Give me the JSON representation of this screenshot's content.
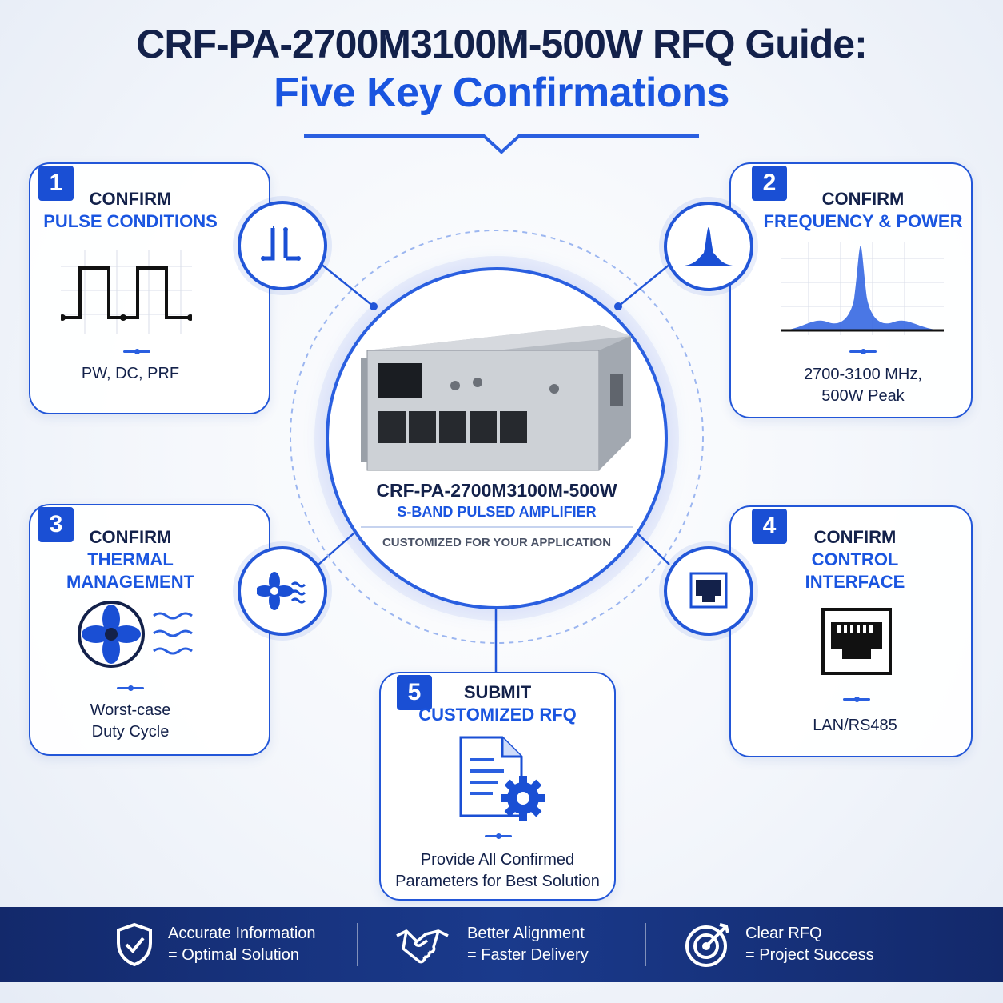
{
  "title": {
    "line1": "CRF-PA-2700M3100M-500W RFQ Guide:",
    "line2": "Five Key Confirmations"
  },
  "center": {
    "model": "CRF-PA-2700M3100M-500W",
    "subtitle": "S-BAND PULSED AMPLIFIER",
    "tagline": "CUSTOMIZED FOR YOUR APPLICATION"
  },
  "steps": [
    {
      "number": "1",
      "heading": "CONFIRM",
      "topic_lines": [
        "PULSE CONDITIONS"
      ],
      "caption_lines": [
        "PW, DC, PRF"
      ],
      "icon": "pulse-waveform-icon"
    },
    {
      "number": "2",
      "heading": "CONFIRM",
      "topic_lines": [
        "FREQUENCY & POWER"
      ],
      "caption_lines": [
        "2700-3100 MHz,",
        "500W Peak"
      ],
      "icon": "spectrum-peak-icon"
    },
    {
      "number": "3",
      "heading": "CONFIRM",
      "topic_lines": [
        "THERMAL",
        "MANAGEMENT"
      ],
      "caption_lines": [
        "Worst-case",
        "Duty Cycle"
      ],
      "icon": "fan-icon"
    },
    {
      "number": "4",
      "heading": "CONFIRM",
      "topic_lines": [
        "CONTROL",
        "INTERFACE"
      ],
      "caption_lines": [
        "LAN/RS485"
      ],
      "icon": "ethernet-port-icon"
    },
    {
      "number": "5",
      "heading": "SUBMIT",
      "topic_lines": [
        "CUSTOMIZED RFQ"
      ],
      "caption_lines": [
        "Provide All Confirmed",
        "Parameters for Best Solution"
      ],
      "icon": "document-gear-icon"
    }
  ],
  "footer": [
    {
      "icon": "shield-check-icon",
      "line1": "Accurate Information",
      "line2": "= Optimal Solution"
    },
    {
      "icon": "handshake-icon",
      "line1": "Better Alignment",
      "line2": "= Faster Delivery"
    },
    {
      "icon": "target-icon",
      "line1": "Clear RFQ",
      "line2": "= Project Success"
    }
  ],
  "colors": {
    "navy": "#13214a",
    "accent": "#1a55e0",
    "footer": "#13296b"
  }
}
